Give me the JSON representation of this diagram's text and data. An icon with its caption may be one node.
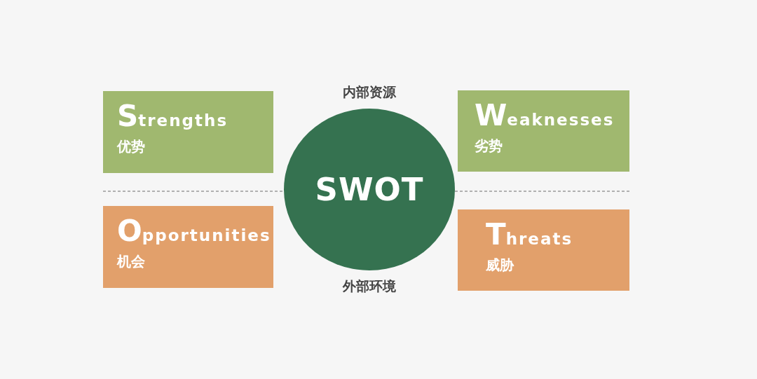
{
  "diagram": {
    "nodes": [
      {
        "text": [
          "Strengths",
          "优势"
        ]
      },
      {
        "text": [
          "Weaknesses",
          "劣势"
        ]
      },
      {
        "text": [
          "SWOT"
        ],
        "beside": [
          "内部资源",
          "外部环境"
        ]
      },
      {
        "text": [
          "Opportunities",
          "机会"
        ]
      },
      {
        "text": [
          "Threats",
          "威胁"
        ]
      }
    ]
  }
}
